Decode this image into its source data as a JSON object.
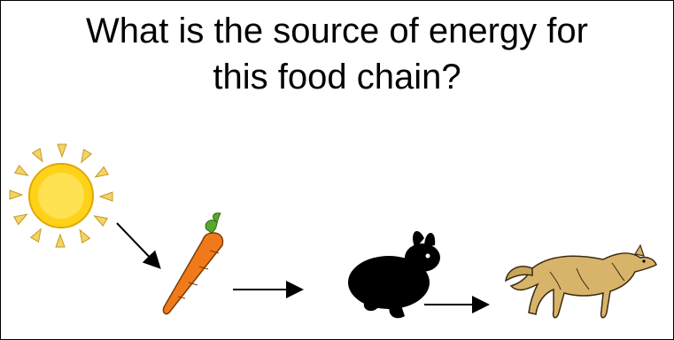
{
  "question": {
    "line1": "What is the source of energy for",
    "line2": "this food chain?"
  },
  "food_chain": [
    {
      "name": "Sun",
      "icon": "sun-icon"
    },
    {
      "name": "Carrot",
      "icon": "carrot-icon"
    },
    {
      "name": "Rabbit",
      "icon": "rabbit-icon"
    },
    {
      "name": "Wolf",
      "icon": "wolf-icon"
    }
  ],
  "colors": {
    "sun_core": "#ffd21a",
    "sun_rays": "#f3d36a",
    "carrot": "#f07a1a",
    "carrot_leaves": "#5aa82c",
    "rabbit": "#000000",
    "wolf": "#d7b46a",
    "arrows": "#000000"
  }
}
